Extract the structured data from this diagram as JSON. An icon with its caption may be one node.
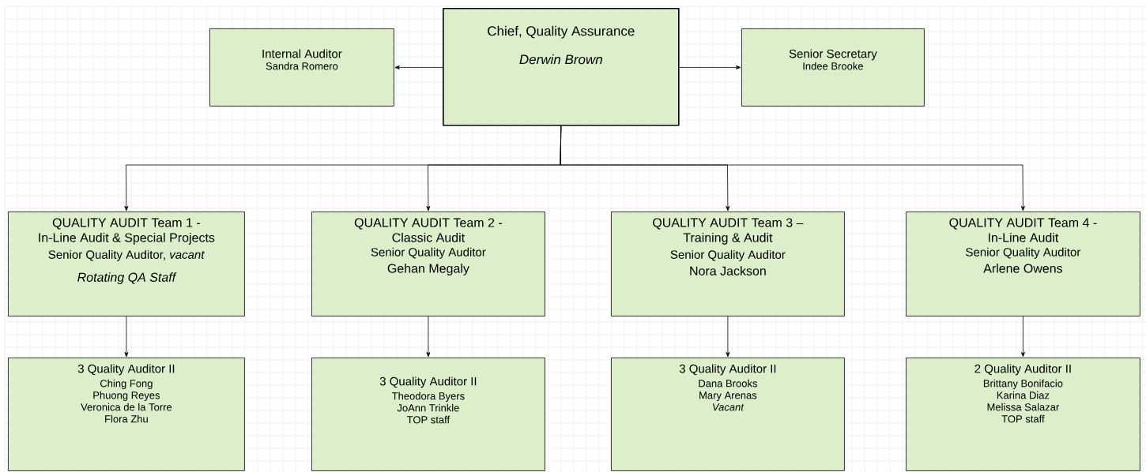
{
  "diagram": {
    "nodes": [
      {
        "text": [
          "Chief, Quality Assurance",
          "Derwin Brown"
        ]
      },
      {
        "text": [
          "Internal Auditor",
          "Sandra Romero"
        ]
      },
      {
        "text": [
          "Senior Secretary",
          "Indee Brooke"
        ]
      },
      {
        "text": [
          "QUALITY AUDIT Team 1 - In-Line Audit & Special Projects",
          "Senior Quality Auditor, *vacant*",
          "Rotating QA Staff"
        ]
      },
      {
        "text": [
          "QUALITY AUDIT Team 2 - Classic Audit",
          "Senior Quality Auditor",
          "Gehan Megaly"
        ]
      },
      {
        "text": [
          "QUALITY AUDIT Team 3 – Training & Audit",
          "Senior Quality Auditor",
          "Nora Jackson"
        ]
      },
      {
        "text": [
          "QUALITY AUDIT Team 4 - In-Line Audit",
          "Senior Quality Auditor",
          "Arlene Owens"
        ]
      },
      {
        "text": [
          "3 Quality Auditor II",
          "Ching Fong",
          "Phuong Reyes",
          "Veronica de la Torre",
          "Flora Zhu"
        ]
      },
      {
        "text": [
          "3 Quality Auditor II",
          "Theodora Byers",
          "JoAnn Trinkle",
          "TOP staff"
        ]
      },
      {
        "text": [
          "3 Quality Auditor II",
          "Dana Brooks",
          "Mary Arenas",
          "Vacant"
        ]
      },
      {
        "text": [
          "2 Quality Auditor II",
          "Brittany Bonifacio",
          "Karina Diaz",
          "Melissa Salazar",
          "TOP staff"
        ]
      }
    ],
    "edges": [
      {
        "from": 0,
        "to": 1,
        "arrow": "to"
      },
      {
        "from": 0,
        "to": 2,
        "arrow": "to"
      },
      {
        "from": 0,
        "to": 3,
        "arrow": "to"
      },
      {
        "from": 0,
        "to": 4,
        "arrow": "to"
      },
      {
        "from": 0,
        "to": 5,
        "arrow": "to"
      },
      {
        "from": 0,
        "to": 6,
        "arrow": "to"
      },
      {
        "from": 3,
        "to": 7,
        "arrow": "to"
      },
      {
        "from": 4,
        "to": 8,
        "arrow": "to"
      },
      {
        "from": 5,
        "to": 9,
        "arrow": "to"
      },
      {
        "from": 6,
        "to": 10,
        "arrow": "to"
      }
    ]
  }
}
